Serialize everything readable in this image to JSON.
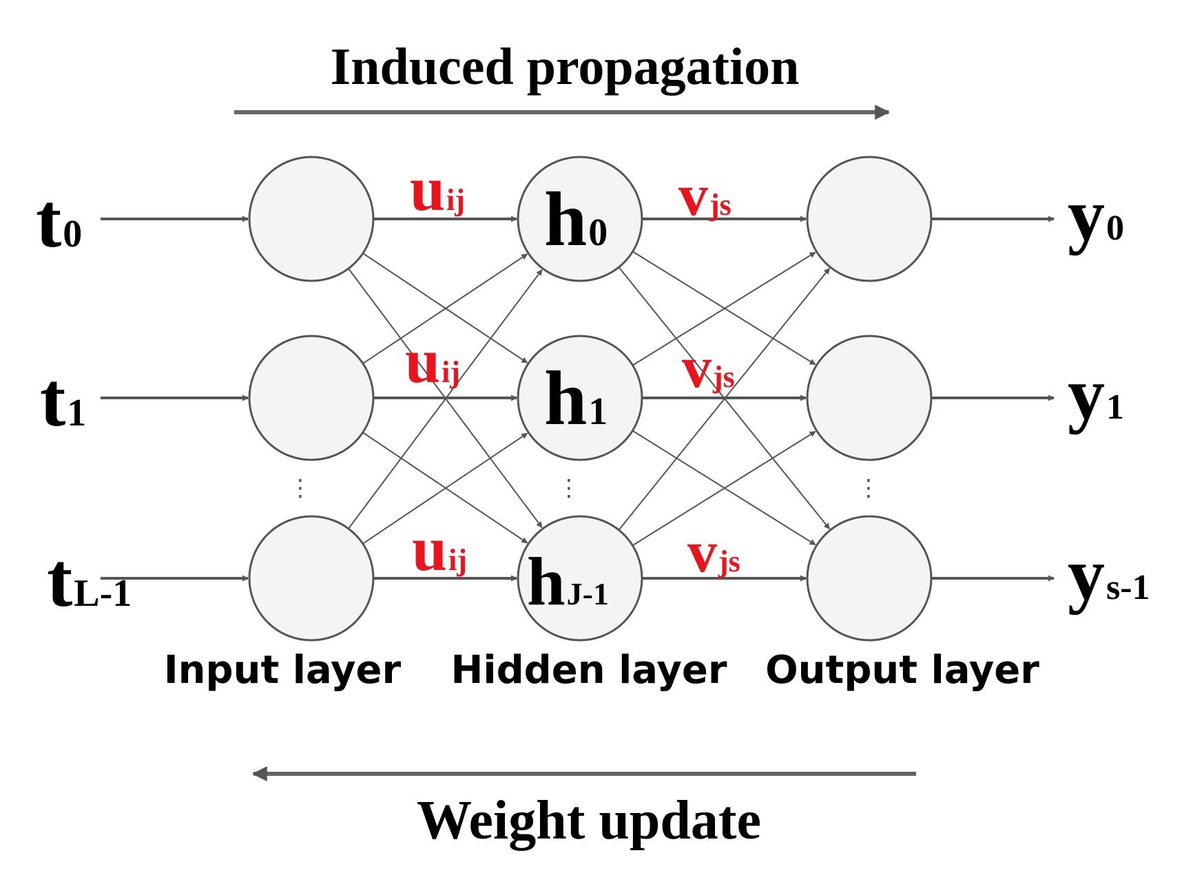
{
  "title_top": "Induced propagation",
  "title_bottom": "Weight update",
  "colors": {
    "weight_label": "#e8141e",
    "arrow": "#555555",
    "node_fill": "#f4f4f4",
    "node_stroke": "#555555",
    "text": "#000000"
  },
  "layers": [
    {
      "name": "input",
      "label": "Input layer",
      "nodes": [
        "",
        "",
        ""
      ]
    },
    {
      "name": "hidden",
      "label": "Hidden layer",
      "nodes": [
        {
          "base": "h",
          "sub": "0"
        },
        {
          "base": "h",
          "sub": "1"
        },
        {
          "base": "h",
          "sub": "J-1"
        }
      ]
    },
    {
      "name": "output",
      "label": "Output layer",
      "nodes": [
        "",
        "",
        ""
      ]
    }
  ],
  "inputs": [
    {
      "base": "t",
      "sub": "0"
    },
    {
      "base": "t",
      "sub": "1"
    },
    {
      "base": "t",
      "sub": "L-1"
    }
  ],
  "outputs": [
    {
      "base": "y",
      "sub": "0"
    },
    {
      "base": "y",
      "sub": "1"
    },
    {
      "base": "y",
      "sub": "s-1"
    }
  ],
  "weights_input_hidden": {
    "base": "u",
    "sub": "ij"
  },
  "weights_hidden_output": {
    "base": "v",
    "sub": "js"
  },
  "ellipsis": "⋮"
}
